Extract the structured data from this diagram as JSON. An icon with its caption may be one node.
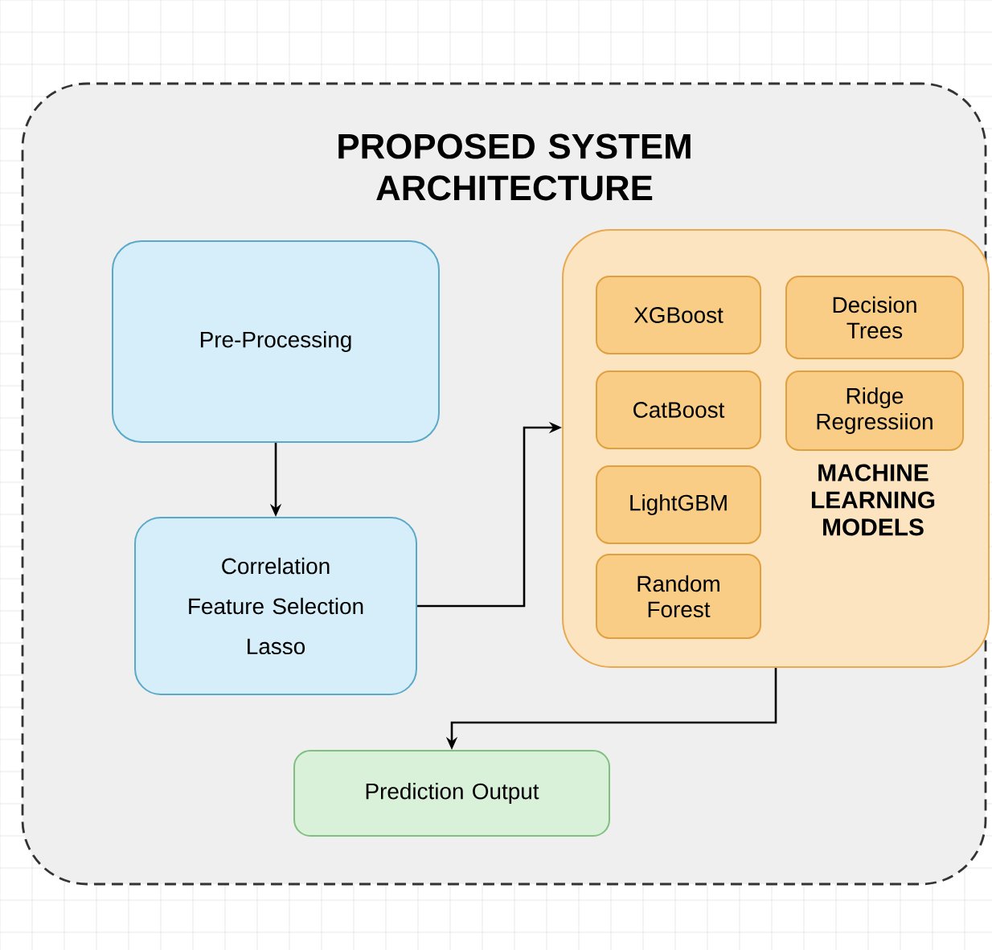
{
  "diagram": {
    "nodes": [
      {
        "text": [
          "PROPOSED SYSTEM ARCHITECTURE"
        ]
      },
      {
        "text": [
          "Pre-Processing"
        ],
        "in": 0
      },
      {
        "text": [
          "Correlation",
          "Feature Selection",
          "Lasso"
        ],
        "in": 0
      },
      {
        "text": [
          "MACHINE LEARNING MODELS"
        ],
        "in": 0
      },
      {
        "text": [
          "XGBoost"
        ],
        "in": 3
      },
      {
        "text": [
          "Decision Trees"
        ],
        "in": 3
      },
      {
        "text": [
          "CatBoost"
        ],
        "in": 3
      },
      {
        "text": [
          "Ridge Regressiion"
        ],
        "in": 3
      },
      {
        "text": [
          "LightGBM"
        ],
        "in": 3
      },
      {
        "text": [
          "Random Forest"
        ],
        "in": 3
      },
      {
        "text": [
          "Prediction Output"
        ],
        "in": 0
      }
    ],
    "edges": [
      {
        "from": 1,
        "to": 2,
        "arrow": "to"
      },
      {
        "from": 2,
        "to": 3,
        "arrow": "to"
      },
      {
        "from": 3,
        "to": 10,
        "arrow": "to"
      }
    ]
  }
}
